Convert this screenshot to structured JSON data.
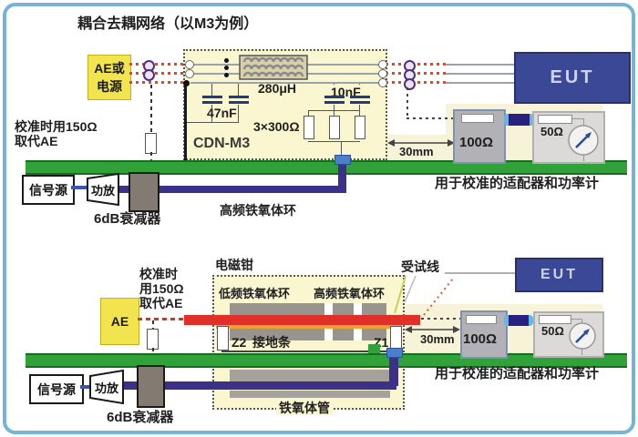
{
  "top": {
    "title": "耦合去耦网络（以M3为例）",
    "ae_box": {
      "l1": "AE或",
      "l2": "电源"
    },
    "calib": {
      "l1": "校准时用150Ω",
      "l2": "取代AE"
    },
    "cdn": {
      "name": "CDN-M3",
      "inductance": "280μH",
      "cap_left": "47nF",
      "cap_right": "10nF",
      "resistors": "3×300Ω"
    },
    "ferrite_ring": "高频铁氧体环",
    "eut": "EUT",
    "gap": "30mm",
    "r100": "100Ω",
    "r50": "50Ω",
    "caption": "用于校准的适配器和功率计",
    "source": "信号源",
    "amp": "功放",
    "attenuator": "6dB衰减器"
  },
  "bottom": {
    "ae": "AE",
    "calib": {
      "l1": "校准时",
      "l2": "用150Ω",
      "l3": "取代AE"
    },
    "clamp": {
      "title": "电磁钳",
      "lf_ring": "低频铁氧体环",
      "hf_ring": "高频铁氧体环",
      "z2": "Z2",
      "ground_strip": "接地条",
      "z1": "Z1",
      "tube": "铁氧体管"
    },
    "wire_under_test": "受试线",
    "eut": "EUT",
    "gap": "30mm",
    "r100": "100Ω",
    "r50": "50Ω",
    "caption": "用于校准的适配器和功率计",
    "source": "信号源",
    "amp": "功放",
    "attenuator": "6dB衰减器"
  },
  "colors": {
    "frame_blue": "#74b4d4",
    "box_yellow": "#f2e44e",
    "panel_yellow": "#faf6cf",
    "ground_green": "#31a13a",
    "cable_purple": "#3c3188",
    "wire_red": "#e03028",
    "strip_orange": "#f0a030",
    "eut_navy": "#3a4896",
    "ferrite_gray": "#98948e"
  }
}
